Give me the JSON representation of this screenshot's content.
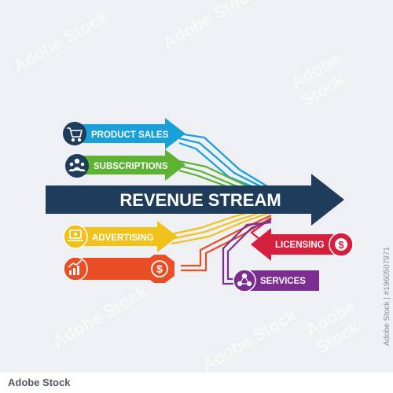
{
  "title": "REVENUE STREAM",
  "items": [
    {
      "id": "product-sales",
      "label": "PRODUCT SALES",
      "icon": "shopping-cart-icon",
      "color": "#1aa0d8"
    },
    {
      "id": "subscriptions",
      "label": "SUBSCRIPTIONS",
      "icon": "users-icon",
      "color": "#5db234"
    },
    {
      "id": "advertising",
      "label": "ADVERTISING",
      "icon": "laptop-icon",
      "color": "#f1c21b"
    },
    {
      "id": "sales-growth",
      "label": "",
      "icon": "growth-chart-icon",
      "color": "#ea4e26"
    },
    {
      "id": "licensing",
      "label": "LICENSING",
      "icon": "dollar-icon",
      "color": "#d61f3d"
    },
    {
      "id": "services",
      "label": "SERVICES",
      "icon": "network-icon",
      "color": "#7b2e8f"
    }
  ],
  "colors": {
    "title_arrow": "#1f3c5a",
    "background": "#eef0f3"
  },
  "stock_id": "Adobe Stock | #1960507971",
  "brand": "Adobe Stock",
  "watermark_text": "Adobe Stock"
}
